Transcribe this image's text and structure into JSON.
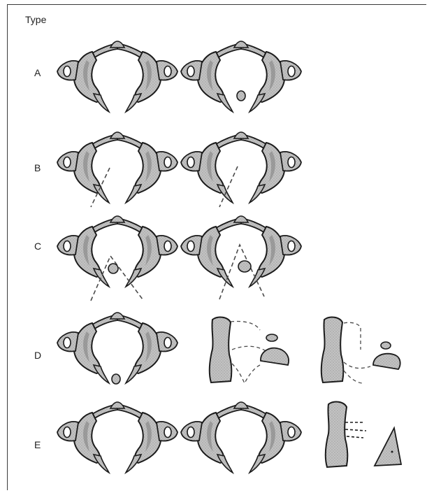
{
  "header": {
    "title": "Type"
  },
  "rows": [
    {
      "label": "A",
      "panels": [
        "atlas-intact",
        "atlas-with-fragment"
      ]
    },
    {
      "label": "B",
      "panels": [
        "atlas-left-break",
        "atlas-right-break"
      ]
    },
    {
      "label": "C",
      "panels": [
        "atlas-fragment-dashed",
        "atlas-fragment-dashed-small"
      ]
    },
    {
      "label": "D",
      "panels": [
        "atlas-with-fragment",
        "lateral-view-dashed",
        "lateral-view-dashed-2"
      ]
    },
    {
      "label": "E",
      "panels": [
        "atlas-intact",
        "atlas-intact",
        "lateral-view-with-fragment"
      ]
    }
  ],
  "colors": {
    "bone_fill": "#b9b9b9",
    "bone_stroke": "#1b1b1b",
    "dash": "#4a4a4a"
  }
}
